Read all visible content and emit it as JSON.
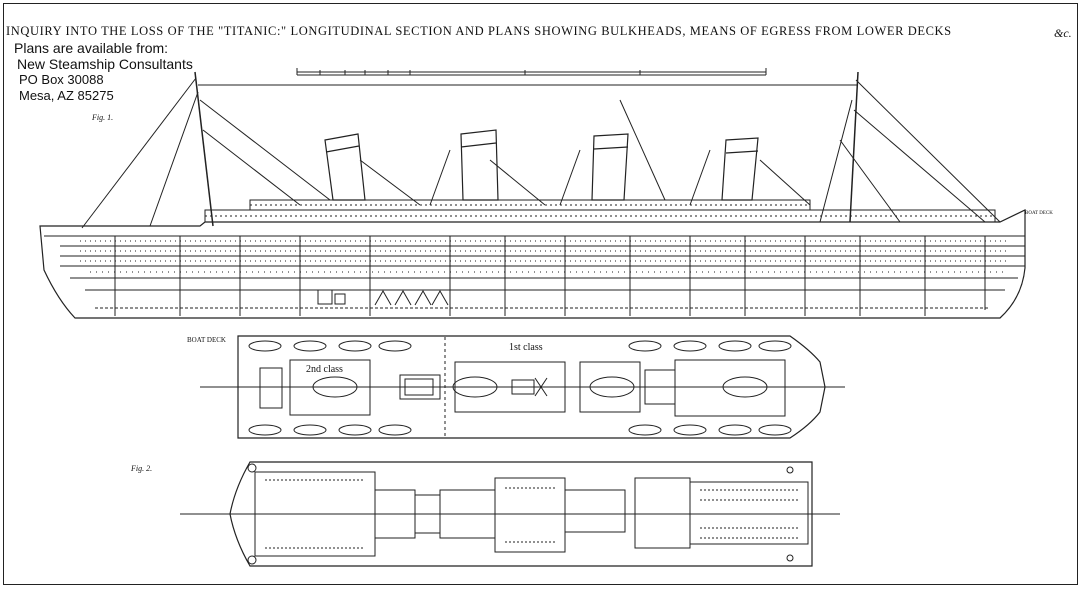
{
  "header": {
    "title": "INQUIRY INTO THE LOSS OF THE \"TITANIC:\" LONGITUDINAL SECTION AND PLANS SHOWING BULKHEADS, MEANS OF EGRESS FROM LOWER DECKS",
    "title_suffix": "&c."
  },
  "notice": {
    "line1": "Plans are available from:",
    "line2": "New Steamship Consultants",
    "line3": "PO Box 30088",
    "line4": "Mesa, AZ  85275"
  },
  "figures": {
    "fig1_label": "Fig. 1.",
    "fig2_label": "Fig. 2.",
    "boat_deck_label": "BOAT DECK",
    "first_class": "1st class",
    "second_class": "2nd class",
    "boat_deck_right": "BOAT DECK"
  }
}
